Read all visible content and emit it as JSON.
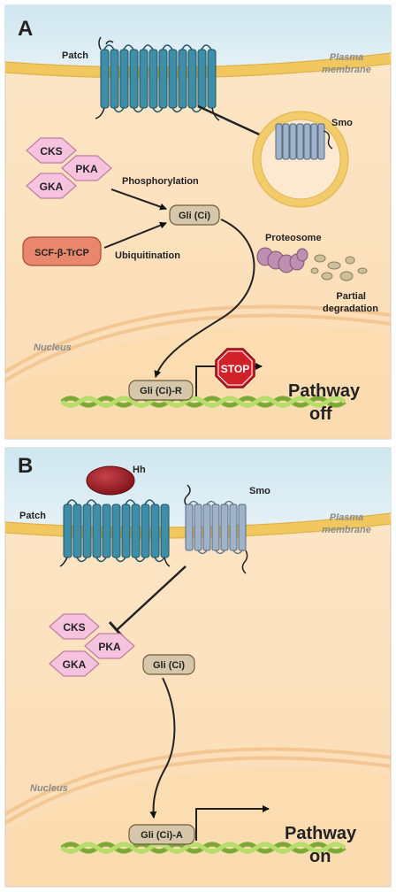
{
  "panel_a": {
    "letter": "A",
    "membrane_label": [
      "Plasma",
      "membrane"
    ],
    "patch": "Patch",
    "smo": "Smo",
    "cks": "CKS",
    "pka": "PKA",
    "gka": "GKA",
    "phosphorylation": "Phosphorylation",
    "scf": "SCF-β-TrCP",
    "ubiquitination": "Ubiquitination",
    "gli": "Gli (Ci)",
    "proteosome": "Proteosome",
    "partial": [
      "Partial",
      "degradation"
    ],
    "nucleus": "Nucleus",
    "gli_r": "Gli (Ci)-R",
    "stop": "STOP",
    "pathway": [
      "Pathway",
      "off"
    ]
  },
  "panel_b": {
    "letter": "B",
    "membrane_label": [
      "Plasma",
      "membrane"
    ],
    "hh": "Hh",
    "patch": "Patch",
    "smo": "Smo",
    "cks": "CKS",
    "pka": "PKA",
    "gka": "GKA",
    "gli": "Gli (Ci)",
    "nucleus": "Nucleus",
    "gli_a": "Gli (Ci)-A",
    "pathway": [
      "Pathway",
      "on"
    ]
  },
  "colors": {
    "background_top": "#d9ecf4",
    "cytoplasm": "#fbe3c2",
    "membrane": "#f2cd6b",
    "patch_receptor": "#3e8ea8",
    "smo_receptor": "#9fb2c8",
    "kinase": "#f6c3de",
    "scf": "#e9876d",
    "gli": "#d6c7aa",
    "stop": "#d0202a",
    "dna": "#a9cf5a",
    "hh": "#9a1e24"
  }
}
